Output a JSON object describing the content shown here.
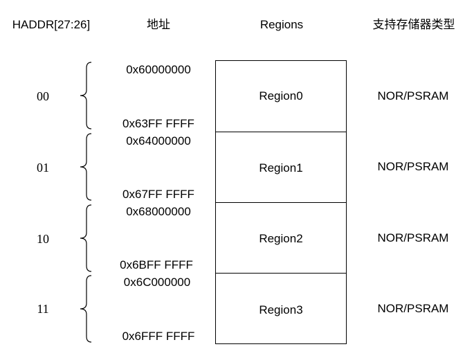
{
  "headers": {
    "haddr": "HADDR[27:26]",
    "address": "地址",
    "regions": "Regions",
    "memory_type": "支持存储器类型"
  },
  "rows": [
    {
      "bits": "00",
      "start": "0x60000000",
      "end": "0x63FF FFFF",
      "region": "Region0",
      "type": "NOR/PSRAM"
    },
    {
      "bits": "01",
      "start": "0x64000000",
      "end": "0x67FF FFFF",
      "region": "Region1",
      "type": "NOR/PSRAM"
    },
    {
      "bits": "10",
      "start": "0x68000000",
      "end": "0x6BFF FFFF",
      "region": "Region2",
      "type": "NOR/PSRAM"
    },
    {
      "bits": "11",
      "start": "0x6C000000",
      "end": "0x6FFF FFFF",
      "region": "Region3",
      "type": "NOR/PSRAM"
    }
  ]
}
